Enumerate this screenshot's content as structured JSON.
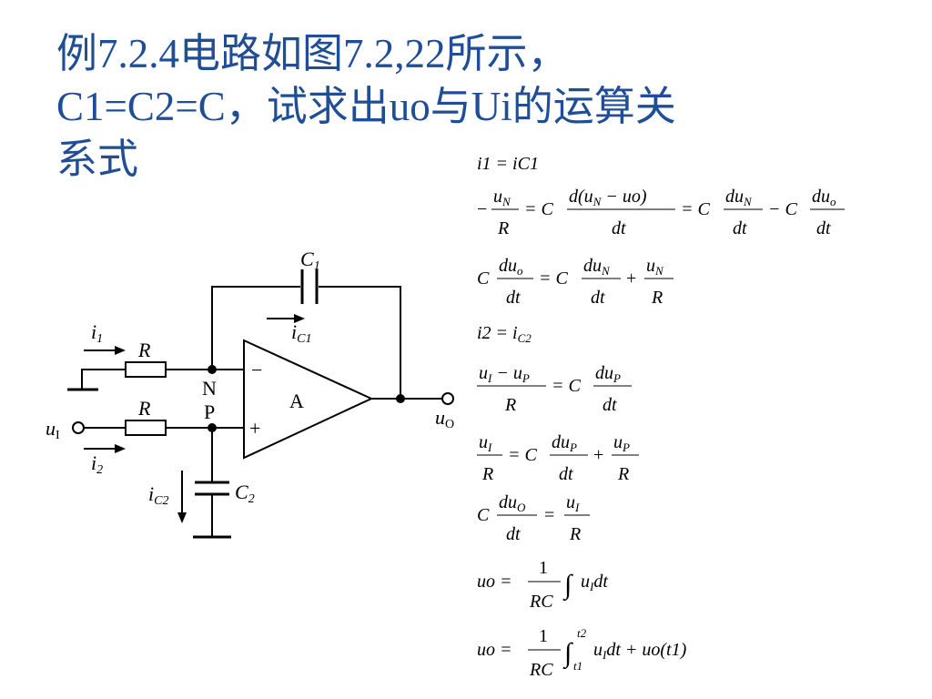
{
  "title": {
    "line1": "例7.2.4电路如图7.2,22所示，",
    "line2": "C1=C2=C，试求出uo与Ui的运算关",
    "line3": "系式"
  },
  "colors": {
    "title": "#1f4e96",
    "ink": "#000000"
  },
  "circuit": {
    "c1": "C",
    "c1_sub": "1",
    "ic1": "i",
    "ic1_sub": "C1",
    "i1": "i",
    "i1_sub": "1",
    "r_top": "R",
    "r_bottom": "R",
    "node_n": "N",
    "node_p": "P",
    "minus": "−",
    "plus": "+",
    "amp": "A",
    "uo": "u",
    "uo_sub": "O",
    "u1": "u",
    "u1_sub": "I",
    "i2": "i",
    "i2_sub": "2",
    "ic2": "i",
    "ic2_sub": "C2",
    "c2": "C",
    "c2_sub": "2"
  },
  "equations": {
    "e1": "i1 = iC1",
    "e2": {
      "lhs_sign": "−",
      "n": "u",
      "n_sub": "N",
      "den": "R",
      "eq": "= C",
      "frac_num": "d(u",
      "frac_num_sub": "N",
      "frac_num_tail": " − uo)",
      "frac_den": "dt",
      "eq2": "= C",
      "f2_num": "du",
      "f2_sub": "N",
      "f2_den": "dt",
      "minus": "− C",
      "f3_num": "du",
      "f3_sub": "o",
      "f3_den": "dt"
    },
    "e3": {
      "c": "C",
      "f1_num": "du",
      "f1_sub": "o",
      "f1_den": "dt",
      "eq": "= C",
      "f2_num": "du",
      "f2_sub": "N",
      "f2_den": "dt",
      "plus": "+",
      "f3_num": "u",
      "f3_sub": "N",
      "f3_den": "R"
    },
    "e4": {
      "lhs": "i2 = i",
      "sub": "C2"
    },
    "e5": {
      "num_a": "u",
      "num_a_sub": "I",
      "num_mid": " − u",
      "num_b_sub": "P",
      "den": "R",
      "eq": "= C",
      "f_num": "du",
      "f_sub": "P",
      "f_den": "dt"
    },
    "e6": {
      "n": "u",
      "n_sub": "I",
      "den": "R",
      "eq": "= C",
      "f_num": "du",
      "f_sub": "P",
      "f_den": "dt",
      "plus": "+",
      "f3_num": "u",
      "f3_sub": "P",
      "f3_den": "R"
    },
    "e7": {
      "c": "C",
      "f_num": "du",
      "f_sub": "O",
      "f_den": "dt",
      "eq": "=",
      "f2_num": "u",
      "f2_sub": "I",
      "f2_den": "R"
    },
    "e8": {
      "lhs": "uo =",
      "num": "1",
      "den": "RC",
      "int": "∫",
      "body": "u",
      "body_sub": "I",
      "tail": "dt"
    },
    "e9": {
      "lhs": "uo =",
      "num": "1",
      "den": "RC",
      "int": "∫",
      "upper": "t2",
      "lower": "t1",
      "body": "u",
      "body_sub": "I",
      "tail": "dt + uo(t1)"
    }
  }
}
